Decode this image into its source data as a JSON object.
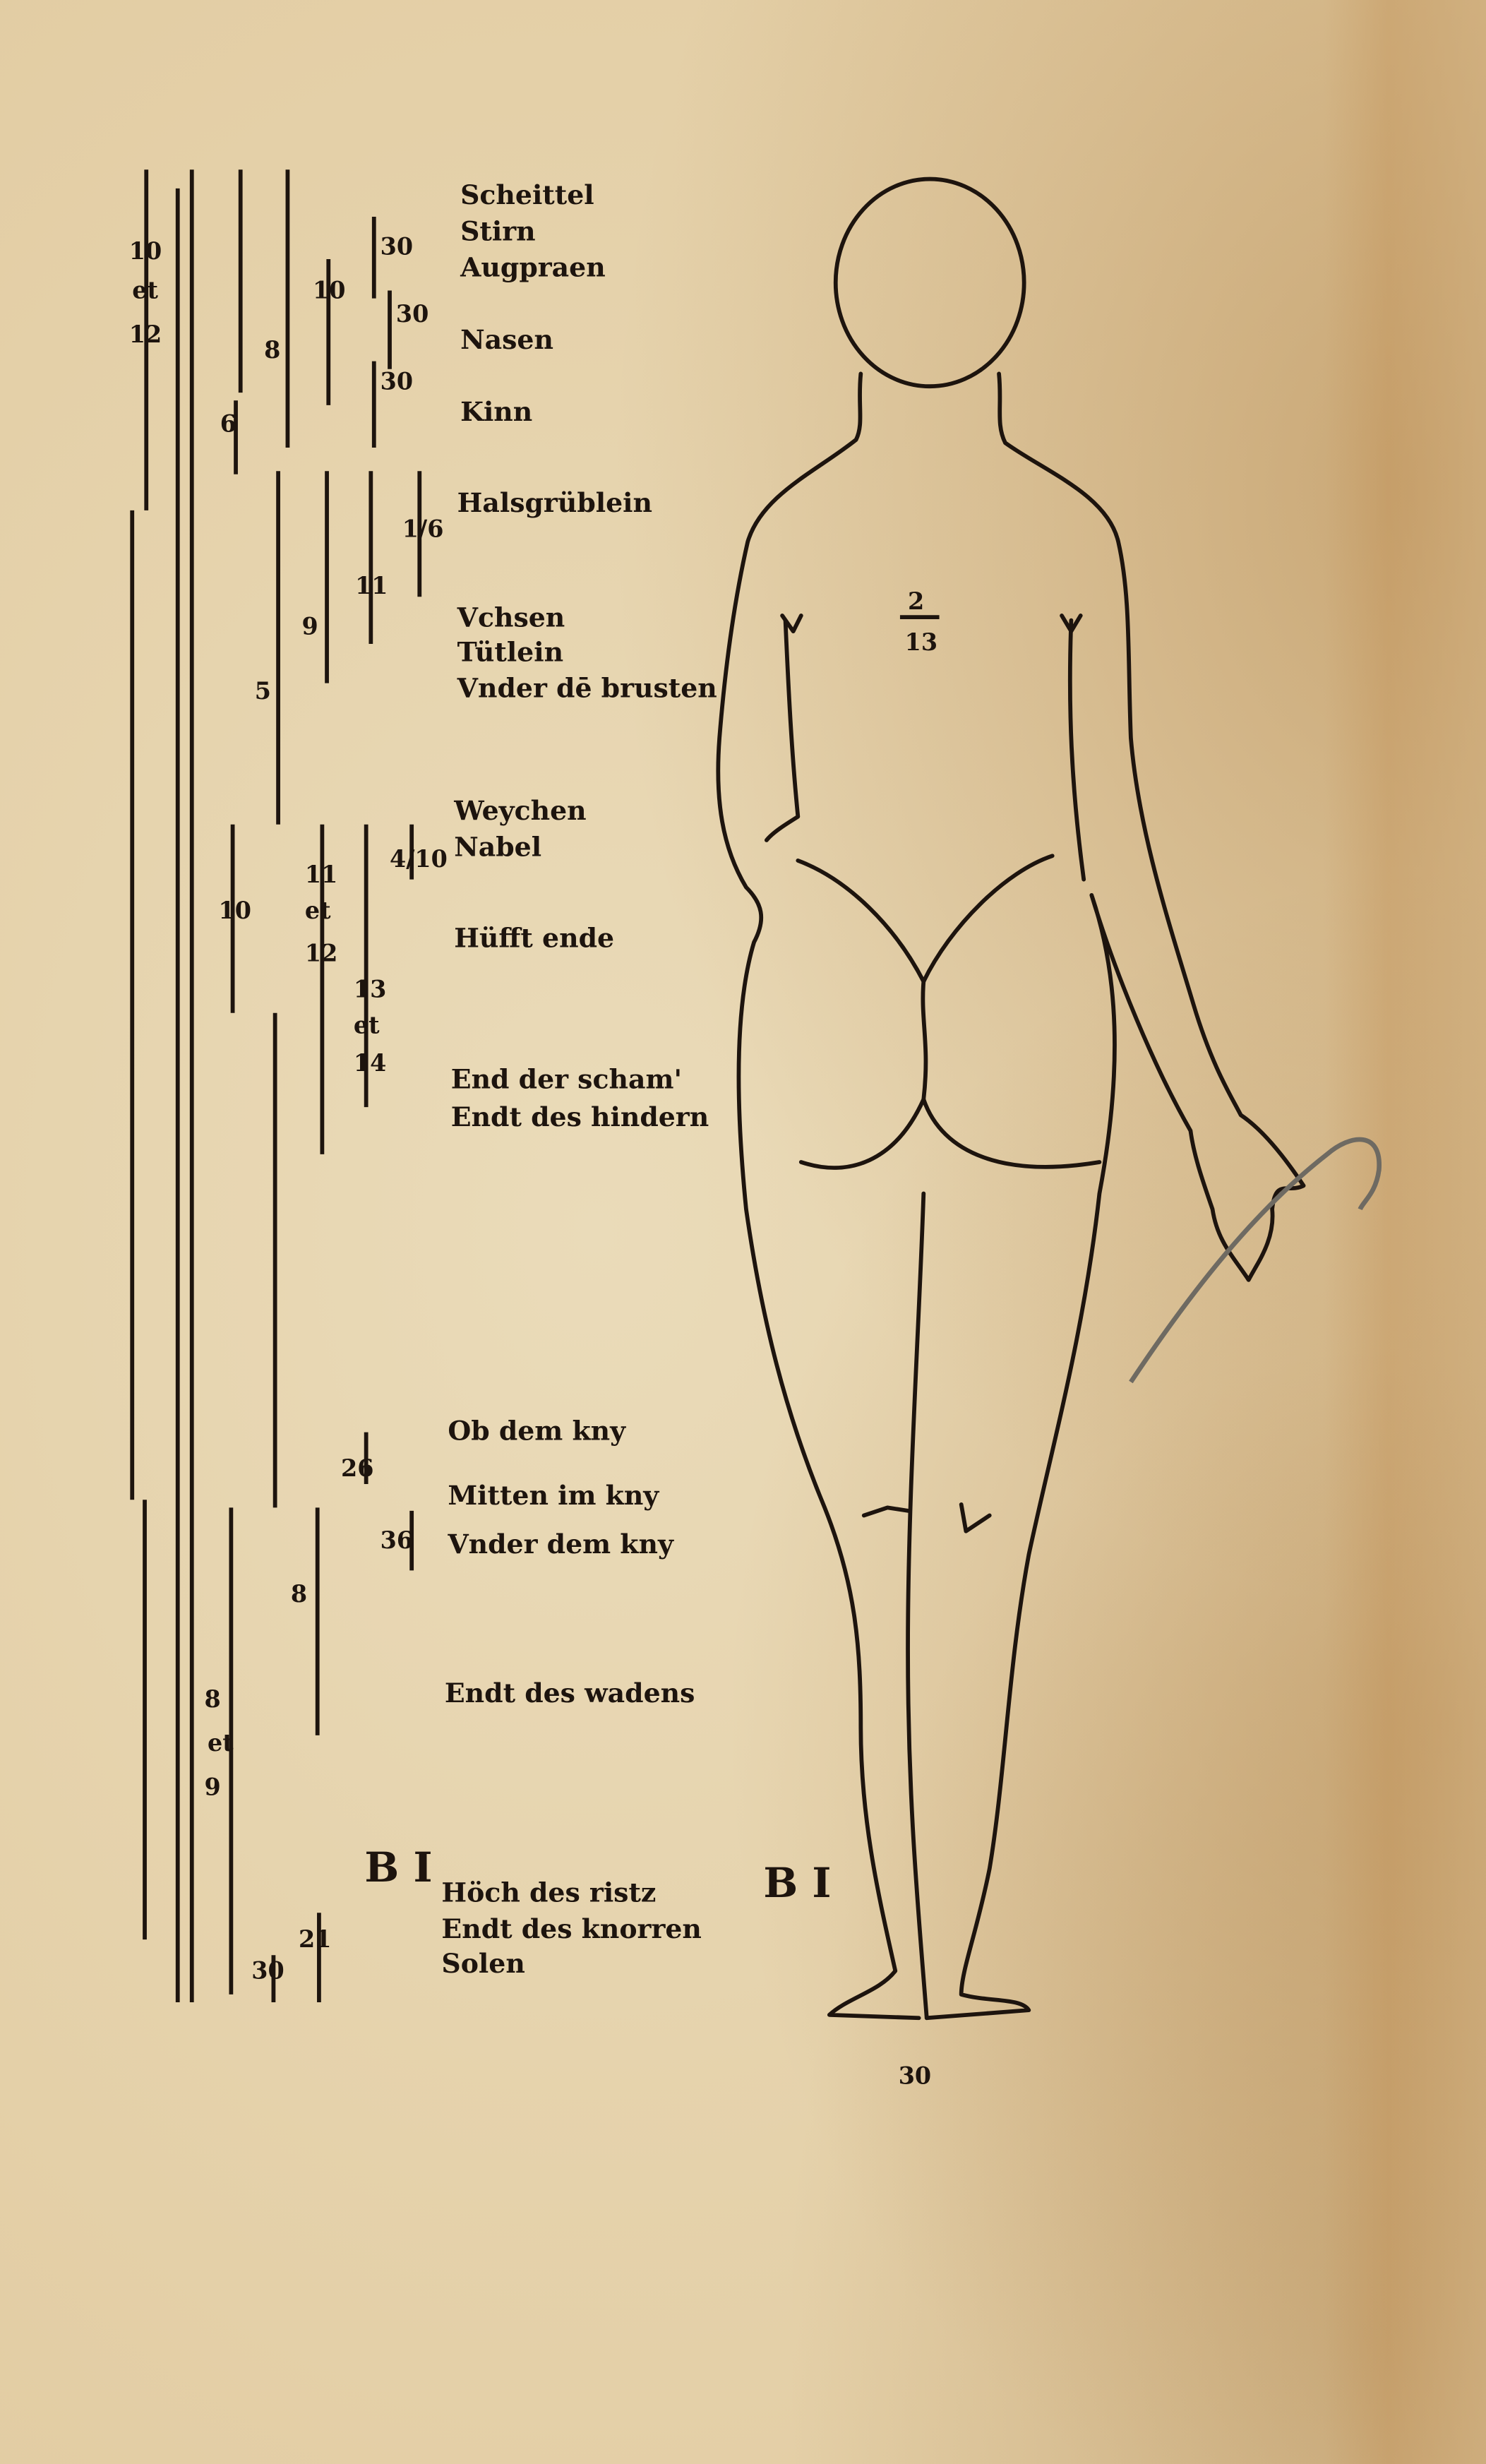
{
  "labels": [
    "Scheittel",
    "Stirn",
    "Augpraen",
    "Nasen",
    "Kinn",
    "Halsgrüblein",
    "Vchsen",
    "Tütlein",
    "Vnder dē brusten",
    "Weychen",
    "Nabel",
    "Hüfft ende",
    "End der scham'",
    "Endt des hindern",
    "Ob dem kny",
    "Mitten im kny",
    "Vnder dem kny",
    "Endt des wadens",
    "Höch des ristz",
    "Endt des knorren",
    "Solen"
  ],
  "numbers": [
    "10",
    "et",
    "12",
    "8",
    "10",
    "30",
    "30",
    "30",
    "6",
    "1/6",
    "11",
    "9",
    "5",
    "10",
    "11",
    "et",
    "12",
    "13",
    "et",
    "14",
    "4/10",
    "26",
    "36",
    "8",
    "8",
    "et",
    "9",
    "30",
    "21"
  ],
  "marks": {
    "left_mark": "B I",
    "figure_mark": "B I",
    "fraction_top": "2",
    "fraction_bottom": "13",
    "ornament": "30"
  },
  "colors": {
    "ink": "#1d140e",
    "paper": "#e6d3ad",
    "stain": "#c9a46e"
  }
}
